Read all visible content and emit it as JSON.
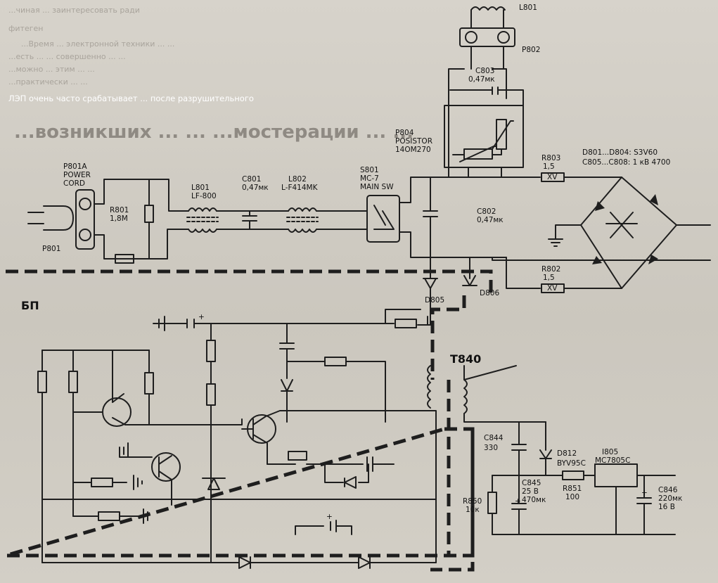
{
  "header_overlay": {
    "line1": "ЛЭП очень часто срабатывает ... после разрушительного",
    "faded_lines": [
      "...чиная ... заинтересовать ради",
      "фитеген",
      "...Время ... электронной техники ... ...",
      "...есть ... ... совершенно ... ...",
      "...можно ... этим ... ...",
      "...практически ... ..."
    ],
    "ghost_heading": "...возникших ... ... ...мостерации ... ..."
  },
  "components": {
    "p801a": "P801A",
    "p801a_l2": "POWER",
    "p801a_l3": "CORD",
    "p801": "P801",
    "r801": "R801",
    "r801_v": "1,8M",
    "l801_filter": "L801",
    "l801_filter_v": "LF-800",
    "c801": "C801",
    "c801_v": "0,47мк",
    "l802": "L802",
    "l802_v": "L-F414MK",
    "s801": "S801",
    "s801_v": "MC-7",
    "s801_v2": "MAIN SW",
    "p804": "P804",
    "p804_v": "POSISTOR",
    "p804_v2": "14OM270",
    "l801_top": "L801",
    "p802": "P802",
    "c803": "C803",
    "c803_v": "0,47мк",
    "c802": "C802",
    "c802_v": "0,47мк",
    "r803": "R803",
    "r803_v": "1,5",
    "r802": "R802",
    "r802_v": "1,5",
    "xv": "XV",
    "d801_note": "D801...D804:  S3V60",
    "c805_note": "C805...C808:  1 кВ  4700",
    "d805": "D805",
    "d806": "D806",
    "bp": "БП",
    "t840": "T840",
    "c844": "C844",
    "c844_v": "330",
    "d812": "D812",
    "d812_v": "BYV95C",
    "i805": "I805",
    "i805_v": "MC7805C",
    "c845": "C845",
    "c845_v": "25 B",
    "c845_v2": "470мк",
    "r851": "R851",
    "r851_v": "100",
    "r850": "R850",
    "r850_v": "10к",
    "c846": "C846",
    "c846_v": "220мк",
    "c846_v2": "16 B",
    "plus": "+"
  },
  "colors": {
    "paper": "#cfcbc3",
    "ink": "#1e1e1e",
    "overlay_text": "#ffffff"
  }
}
